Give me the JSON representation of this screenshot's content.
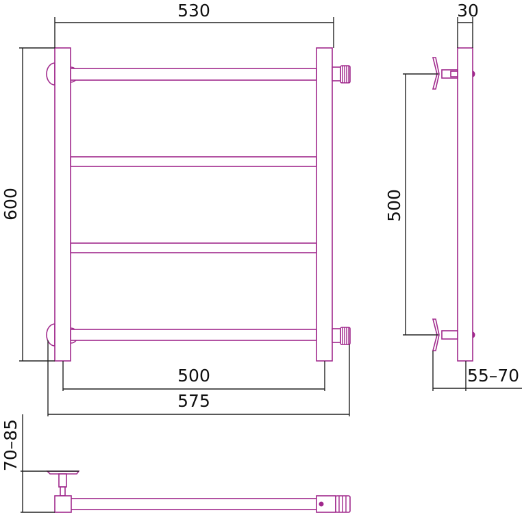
{
  "drawing": {
    "title": "Towel rail dimension drawing",
    "line_color": "#a0288c",
    "dimension_color": "#222222",
    "dimensions": {
      "width_top": "530",
      "height": "600",
      "depth": "30",
      "center_distance_vertical": "500",
      "center_distance_horizontal": "500",
      "overall_width": "575",
      "wall_offset_side": "55–70",
      "wall_offset_bottom": "70–85"
    },
    "rails_count": 4
  }
}
